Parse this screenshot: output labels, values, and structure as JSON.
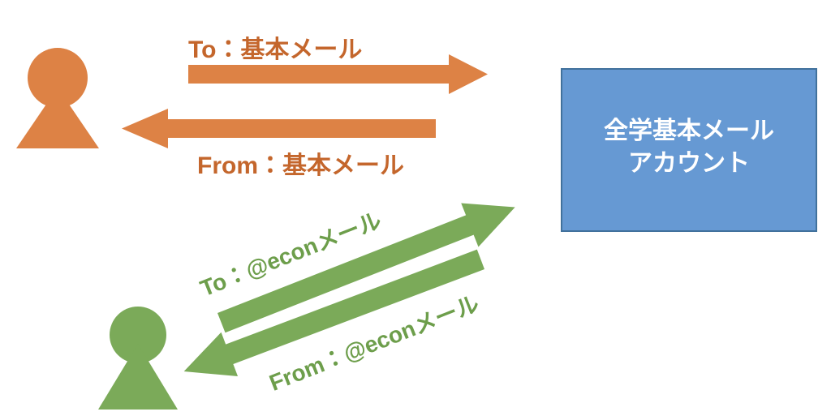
{
  "diagram": {
    "title": "mail-routing-diagram",
    "background_color": "#FFFFFF",
    "colors": {
      "orange": "#DD8245",
      "orange_text": "#C4662C",
      "green": "#7BAA59",
      "green_text": "#6D9E4B",
      "blue_fill": "#6699D3",
      "blue_border": "#41719C",
      "box_text": "#FFFFFF"
    },
    "actors": {
      "basic_user": {
        "name": "orange-person",
        "color": "#DD8245"
      },
      "econ_user": {
        "name": "green-person",
        "color": "#7BAA59"
      }
    },
    "box": {
      "line1": "全学基本メール",
      "line2": "アカウント",
      "fill": "#6699D3",
      "border": "#41719C"
    },
    "arrows": [
      {
        "id": "to-basic",
        "label": "To：基本メール",
        "color": "#DD8245",
        "direction": "right",
        "label_position": "above"
      },
      {
        "id": "from-basic",
        "label": "From：基本メール",
        "color": "#DD8245",
        "direction": "left",
        "label_position": "below"
      },
      {
        "id": "to-econ",
        "label": "To：@econメール",
        "color": "#7BAA59",
        "direction": "up-right",
        "label_position": "above",
        "rotation_deg": -22
      },
      {
        "id": "from-econ",
        "label": "From：@econメール",
        "color": "#7BAA59",
        "direction": "down-left",
        "label_position": "below",
        "rotation_deg": 22
      }
    ]
  }
}
